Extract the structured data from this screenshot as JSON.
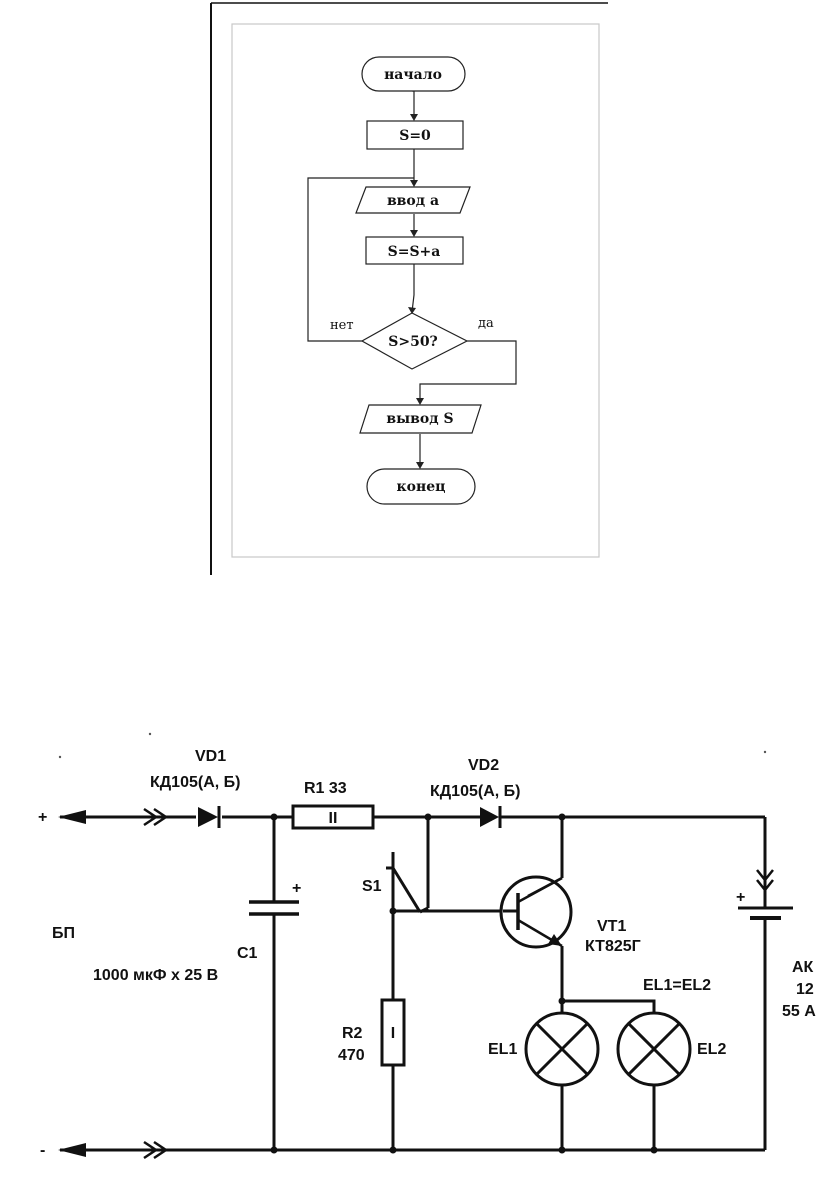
{
  "flowchart": {
    "start": "начало",
    "init": "S=0",
    "input": "ввод а",
    "add": "S=S+а",
    "condition": "S>50?",
    "no": "нет",
    "yes": "да",
    "output": "вывод S",
    "end": "конец"
  },
  "circuit": {
    "plus": "+",
    "minus": "-",
    "psu": "БП",
    "vd1": "VD1",
    "vd1_type": "КД105(А, Б)",
    "r1": "R1 33",
    "r1_mark": "II",
    "vd2": "VD2",
    "vd2_type": "КД105(А, Б)",
    "s1": "S1",
    "c1": "С1",
    "c1_value": "1000 мкФ х 25 В",
    "c1_plus": "+",
    "r2": "R2",
    "r2_value": "470",
    "r2_mark": "I",
    "vt1": "VT1",
    "vt1_type": "КТ825Г",
    "el_note": "EL1=EL2",
    "el1": "EL1",
    "el2": "EL2",
    "battery_plus": "+",
    "battery_line1": "АК",
    "battery_line2": "12",
    "battery_line3": "55 А"
  }
}
